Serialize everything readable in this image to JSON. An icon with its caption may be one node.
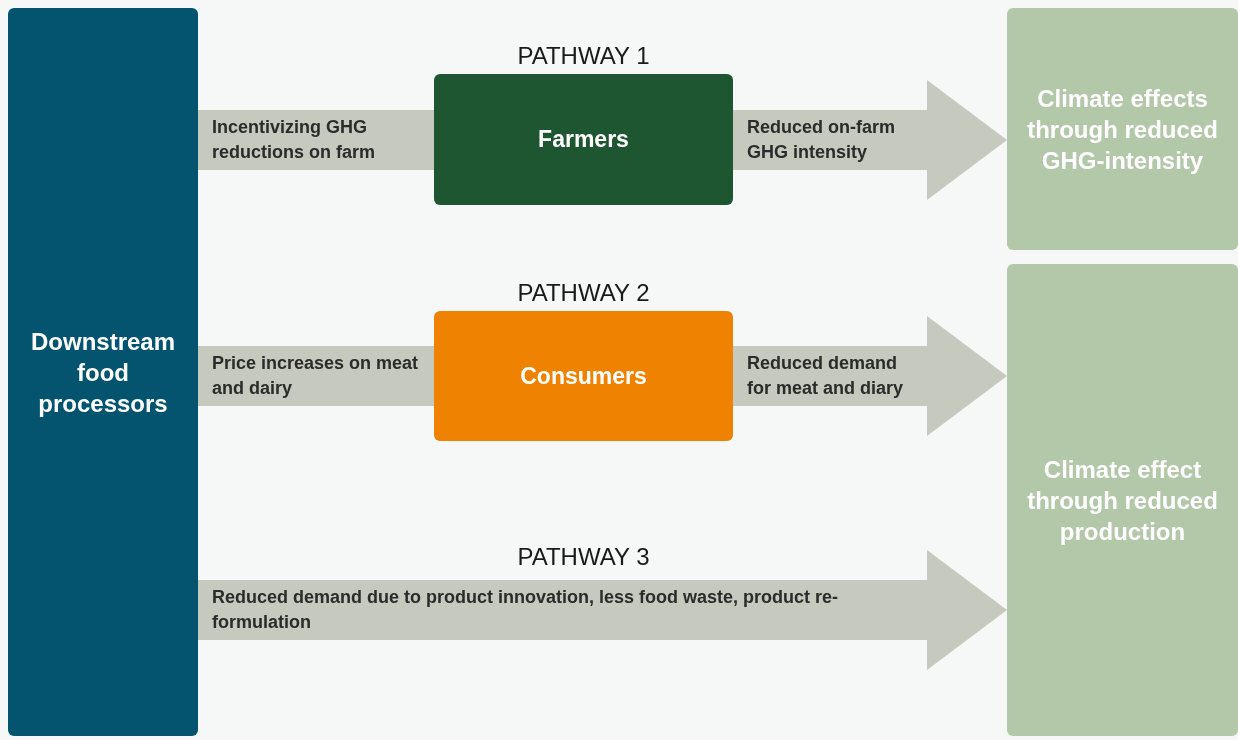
{
  "diagram": {
    "nodes": [
      {
        "text": [
          "Downstream food processors"
        ]
      },
      {
        "text": [
          "PATHWAY 1",
          "Farmers"
        ]
      },
      {
        "text": [
          "PATHWAY 2",
          "Consumers"
        ]
      },
      {
        "text": [
          "Climate effects through reduced GHG-intensity"
        ]
      },
      {
        "text": [
          "Climate effect through reduced production"
        ]
      }
    ],
    "edges": [
      {
        "from": 0,
        "to": 1,
        "arrow": "none",
        "label": "Incentivizing GHG reductions on farm"
      },
      {
        "from": 1,
        "to": 3,
        "arrow": "to",
        "label": "Reduced on-farm GHG intensity"
      },
      {
        "from": 0,
        "to": 2,
        "arrow": "none",
        "label": "Price increases on meat and dairy"
      },
      {
        "from": 2,
        "to": 4,
        "arrow": "to",
        "label": "Reduced demand for meat and diary"
      },
      {
        "from": 0,
        "to": 4,
        "arrow": "to",
        "label": "Reduced demand due to product innovation, less food waste, product re-formulation"
      }
    ],
    "labels": [
      "PATHWAY 3"
    ]
  }
}
